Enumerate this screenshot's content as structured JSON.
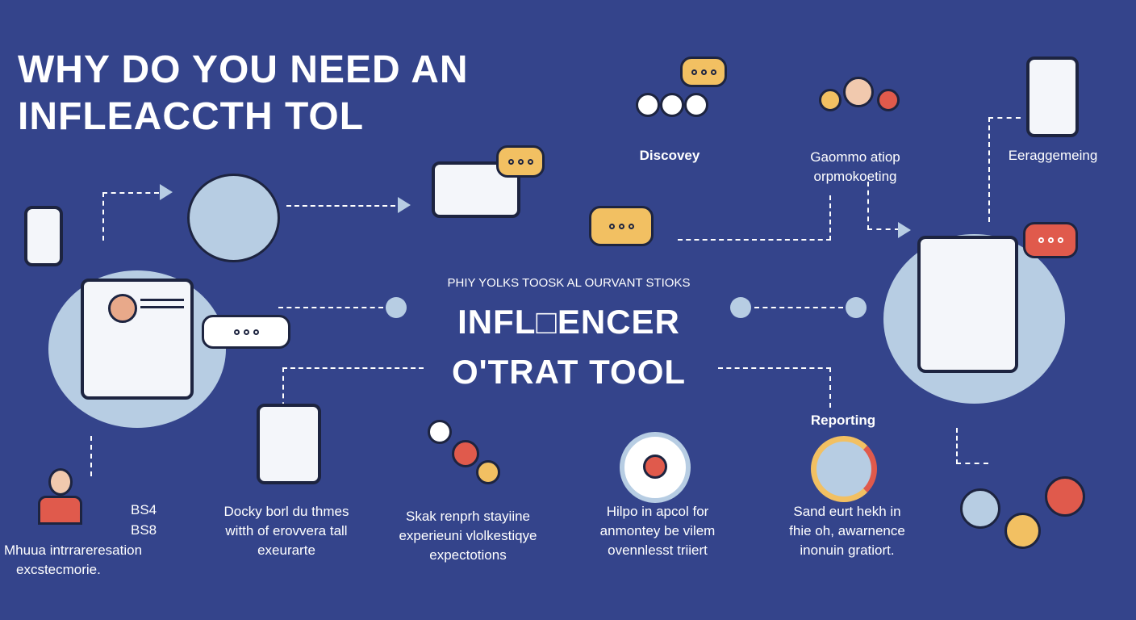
{
  "title": {
    "line1": "WHY DO YOU NEED AN",
    "line2": "INFLEACCTH TOL"
  },
  "center": {
    "subtitle": "PHIY YOLKS TOOSK AL OURVANT STIOKS",
    "line1": "INFL□ENCER",
    "line2": "O'TRAT TOOL"
  },
  "steps": {
    "discovery": {
      "label": "Discovey"
    },
    "management": {
      "label_line1": "Gaommo atiop",
      "label_line2": "orpmokoeting"
    },
    "engagement": {
      "label": "Eeraggemeing"
    },
    "reporting": {
      "label": "Reporting",
      "desc": [
        "Sand eurt hekh in",
        "fhie oh, awarnence",
        "inonuin gratiort."
      ]
    }
  },
  "bottom": {
    "left": {
      "b1": "BS4",
      "b2": "BS8",
      "desc": [
        "Mhuua intrrareresation",
        "excstecmorie."
      ]
    },
    "col2": {
      "desc": [
        "Docky borl du thmes",
        "witth of erovvera tall",
        "exeurarte"
      ]
    },
    "col3": {
      "desc": [
        "Skak renprh stayiine",
        "experieuni vlolkestiqye",
        "expectotions"
      ]
    },
    "col4": {
      "desc": [
        "Hilpo in apcol for",
        "anmontey be vilem",
        "ovennlesst triiert"
      ]
    }
  },
  "colors": {
    "background": "#34448b",
    "accent_light": "#b7cde3",
    "yellow": "#f2c062",
    "red": "#e05a4c"
  }
}
